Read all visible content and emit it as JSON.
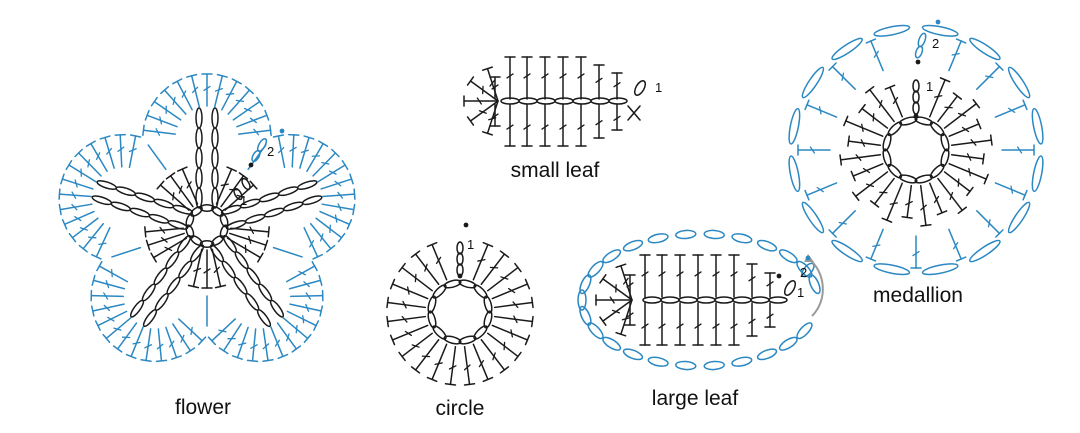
{
  "diagrams": {
    "flower": {
      "label": "flower",
      "round_1": "1",
      "round_2": "2"
    },
    "circle": {
      "label": "circle",
      "round_1": "1"
    },
    "small_leaf": {
      "label": "small leaf",
      "round_1": "1"
    },
    "large_leaf": {
      "label": "large leaf",
      "round_1": "1",
      "round_2": "2"
    },
    "medallion": {
      "label": "medallion",
      "round_1": "1",
      "round_2": "2"
    }
  },
  "colors": {
    "round_1_stitches": "#1a1a1a",
    "round_2_stitches": "#2b88c2",
    "turn_arrow": "#9a9a9a"
  }
}
